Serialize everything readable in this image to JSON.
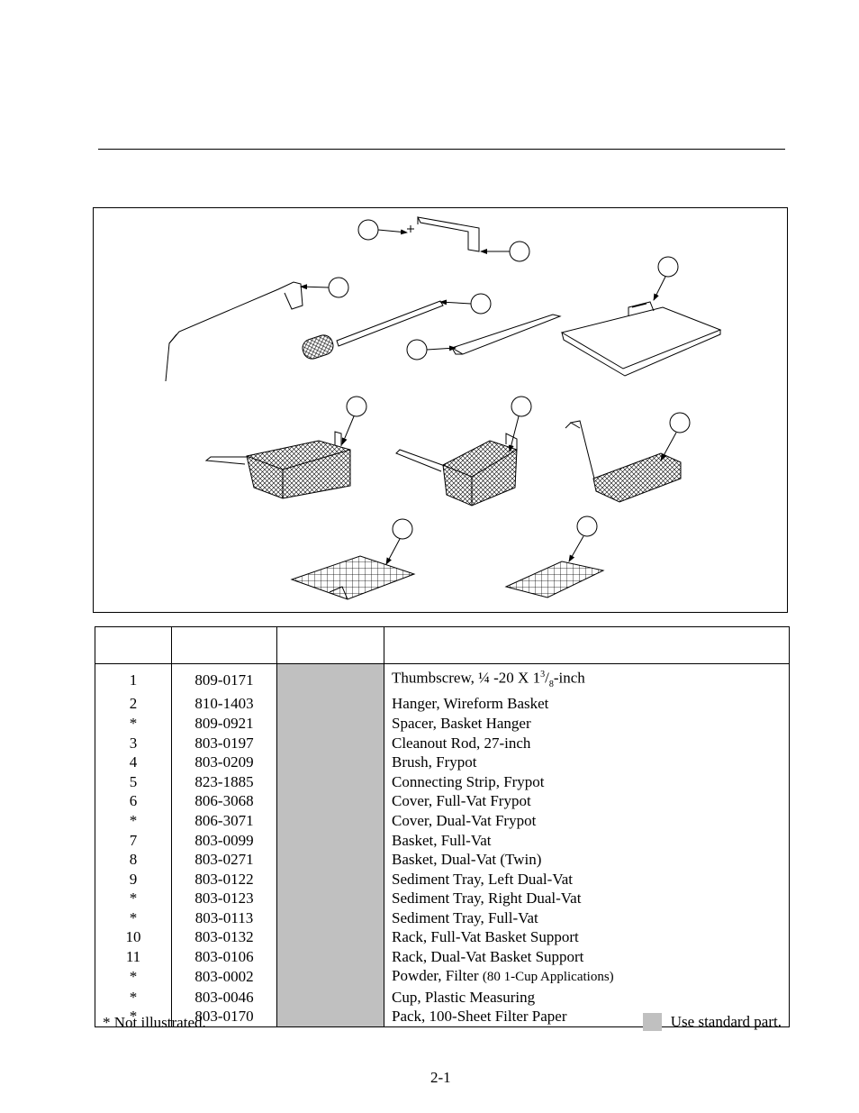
{
  "parts_table": {
    "columns": [
      "",
      "",
      "",
      ""
    ],
    "rows": [
      {
        "item": "1",
        "part": "809-0171",
        "desc": "Thumbscrew, ¼ -20 X 1",
        "desc_sup": "3",
        "desc_sub": "8",
        "desc_suffix": "-inch"
      },
      {
        "item": "2",
        "part": "810-1403",
        "desc": "Hanger, Wireform Basket"
      },
      {
        "item": "*",
        "part": "809-0921",
        "desc": "Spacer, Basket Hanger"
      },
      {
        "item": "3",
        "part": "803-0197",
        "desc": "Cleanout Rod, 27-inch"
      },
      {
        "item": "4",
        "part": "803-0209",
        "desc": "Brush, Frypot"
      },
      {
        "item": "5",
        "part": "823-1885",
        "desc": "Connecting Strip, Frypot"
      },
      {
        "item": "6",
        "part": "806-3068",
        "desc": "Cover, Full-Vat Frypot"
      },
      {
        "item": "*",
        "part": "806-3071",
        "desc": "Cover, Dual-Vat Frypot"
      },
      {
        "item": "7",
        "part": "803-0099",
        "desc": "Basket, Full-Vat"
      },
      {
        "item": "8",
        "part": "803-0271",
        "desc": "Basket, Dual-Vat (Twin)"
      },
      {
        "item": "9",
        "part": "803-0122",
        "desc": "Sediment Tray, Left Dual-Vat"
      },
      {
        "item": "*",
        "part": "803-0123",
        "desc": "Sediment Tray, Right Dual-Vat"
      },
      {
        "item": "*",
        "part": "803-0113",
        "desc": "Sediment Tray, Full-Vat"
      },
      {
        "item": "10",
        "part": "803-0132",
        "desc": "Rack, Full-Vat Basket Support"
      },
      {
        "item": "11",
        "part": "803-0106",
        "desc": "Rack, Dual-Vat Basket Support"
      },
      {
        "item": "*",
        "part": "803-0002",
        "desc": "Powder, Filter ",
        "desc_small": "(80 1-Cup Applications)"
      },
      {
        "item": "*",
        "part": "803-0046",
        "desc": "Cup, Plastic Measuring"
      },
      {
        "item": "*",
        "part": "803-0170",
        "desc": "Pack, 100-Sheet Filter Paper"
      }
    ]
  },
  "footnote": "* Not illustrated.",
  "legend": {
    "label": "Use standard part.",
    "color": "#c0c0c0"
  },
  "page_number": "2-1"
}
